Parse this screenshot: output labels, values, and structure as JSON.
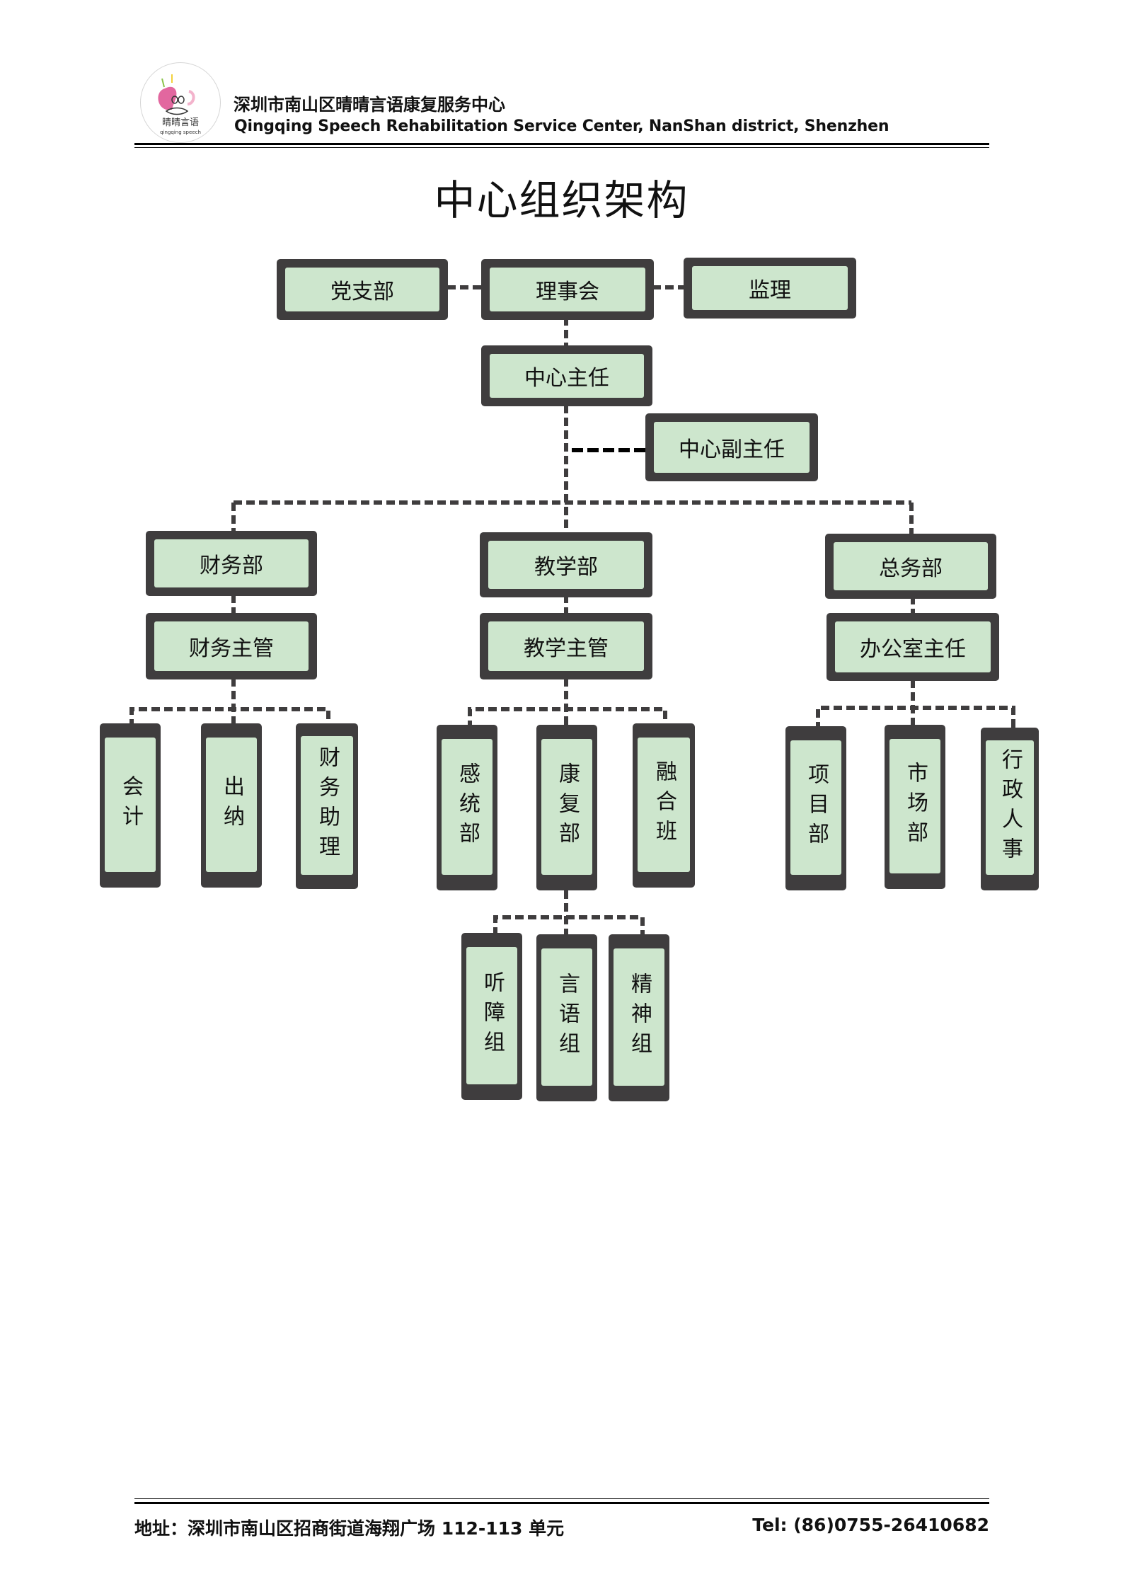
{
  "header": {
    "logo_text_cn": "晴晴言语",
    "logo_text_en": "qingqing speech",
    "org_name_cn": "深圳市南山区晴晴言语康复服务中心",
    "org_name_en": "Qingqing Speech Rehabilitation Service Center, NanShan district, Shenzhen"
  },
  "title": "中心组织架构",
  "colors": {
    "node_border": "#3f3d3e",
    "node_fill": "#cde6cd",
    "connector": "#3f3d3e"
  },
  "org_chart": {
    "top_row": [
      {
        "id": "party",
        "label": "党支部"
      },
      {
        "id": "board",
        "label": "理事会"
      },
      {
        "id": "supervisor",
        "label": "监理"
      }
    ],
    "director": {
      "label": "中心主任"
    },
    "deputy_director": {
      "label": "中心副主任"
    },
    "departments": [
      {
        "id": "finance",
        "label": "财务部",
        "head": "财务主管",
        "units": [
          "会计",
          "出纳",
          "财务助理"
        ]
      },
      {
        "id": "teaching",
        "label": "教学部",
        "head": "教学主管",
        "units": [
          "感统部",
          "康复部",
          "融合班"
        ]
      },
      {
        "id": "general",
        "label": "总务部",
        "head": "办公室主任",
        "units": [
          "项目部",
          "市场部",
          "行政人事"
        ]
      }
    ],
    "rehab_groups": [
      "听障组",
      "言语组",
      "精神组"
    ]
  },
  "footer": {
    "address": "地址：深圳市南山区招商街道海翔广场 112-113 单元",
    "tel": "Tel: (86)0755-26410682"
  }
}
